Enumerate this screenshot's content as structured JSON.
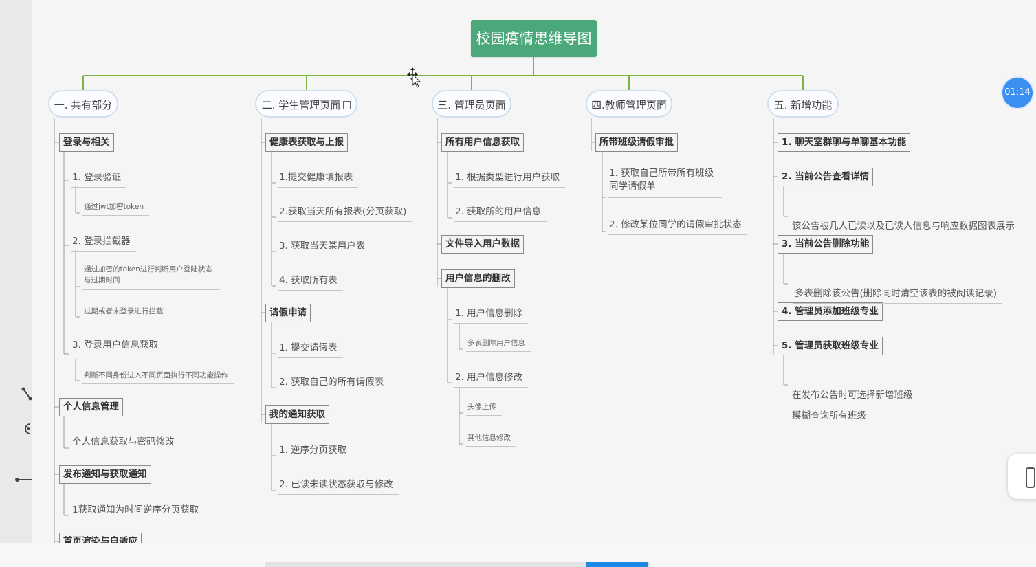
{
  "title": "校园疫情思维导图",
  "timer": "01:14",
  "branches": [
    {
      "label": "一. 共有部分",
      "sections": [
        {
          "label": "登录与相关"
        },
        {
          "label": "个人信息管理"
        },
        {
          "label": "发布通知与获取通知"
        },
        {
          "label": "首页渲染与自适应"
        }
      ]
    },
    {
      "label": "二. 学生管理页面",
      "sections": [
        {
          "label": "健康表获取与上报"
        },
        {
          "label": "请假申请"
        },
        {
          "label": "我的通知获取"
        }
      ]
    },
    {
      "label": "三. 管理员页面",
      "sections": [
        {
          "label": "所有用户信息获取"
        },
        {
          "label": "文件导入用户数据"
        },
        {
          "label": "用户信息的删改"
        }
      ]
    },
    {
      "label": "四.教师管理页面",
      "sections": [
        {
          "label": "所带班级请假审批"
        }
      ]
    },
    {
      "label": "五. 新增功能",
      "sections": [
        {
          "label": "1. 聊天室群聊与单聊基本功能"
        },
        {
          "label": "2. 当前公告查看详情"
        },
        {
          "label": "3. 当前公告删除功能"
        },
        {
          "label": "4. 管理员添加班级专业"
        },
        {
          "label": "5. 管理员获取班级专业"
        }
      ]
    }
  ],
  "items": {
    "b1": [
      "1. 登录验证",
      "通过jwt加密token",
      "2. 登录拦截器",
      "通过加密的token进行判断用户登陆状态与过期时间",
      "过期或者未登录进行拦截",
      "3. 登录用户信息获取",
      "判断不同身份进入不同页面执行不同功能操作",
      "个人信息获取与密码修改",
      "1获取通知为时间逆序分页获取"
    ],
    "b2": [
      "1.提交健康填报表",
      "2.获取当天所有报表(分页获取)",
      "3. 获取当天某用户表",
      "4. 获取所有表",
      "1. 提交请假表",
      "2. 获取自己的所有请假表",
      "1. 逆序分页获取",
      "2. 已读未读状态获取与修改"
    ],
    "b3": [
      "1. 根据类型进行用户获取",
      "2. 获取所的用户信息",
      "1. 用户信息删除",
      "多表删除用户信息",
      "2. 用户信息修改",
      "头像上传",
      "其他信息修改"
    ],
    "b4": [
      "1. 获取自己所带所有班级同学请假单",
      "2. 修改某位同学的请假审批状态"
    ],
    "b5": [
      "该公告被几人已读以及已读人信息与响应数据图表展示",
      "多表删除该公告(删除同时清空该表的被阅读记录)",
      "在发布公告时可选择新增班级",
      "模糊查询所有班级"
    ]
  },
  "colors": {
    "root": "#4aa87a",
    "connector": "#7cb342",
    "branch_border": "#d0dff0",
    "timer": "#3a8ff0",
    "scroll_thumb": "#1e88e5"
  }
}
